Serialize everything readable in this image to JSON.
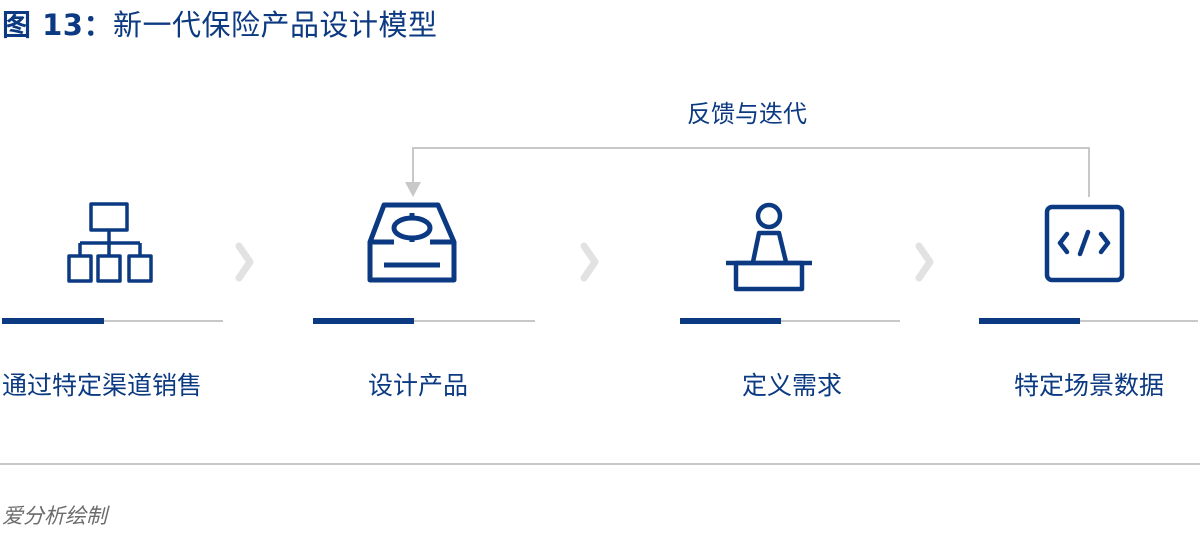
{
  "title": {
    "label": "图 13：",
    "text": "新一代保险产品设计模型"
  },
  "feedback_label": "反馈与迭代",
  "steps": [
    {
      "label": "通过特定渠道销售",
      "icon": "org-chart-icon"
    },
    {
      "label": "设计产品",
      "icon": "product-box-icon"
    },
    {
      "label": "定义需求",
      "icon": "person-at-desk-icon"
    },
    {
      "label": "特定场景数据",
      "icon": "code-window-icon"
    }
  ],
  "source": "爱分析绘制",
  "colors": {
    "accent": "#0b3a82",
    "line": "#c8c8c8",
    "arrow": "#e2e2e2"
  }
}
